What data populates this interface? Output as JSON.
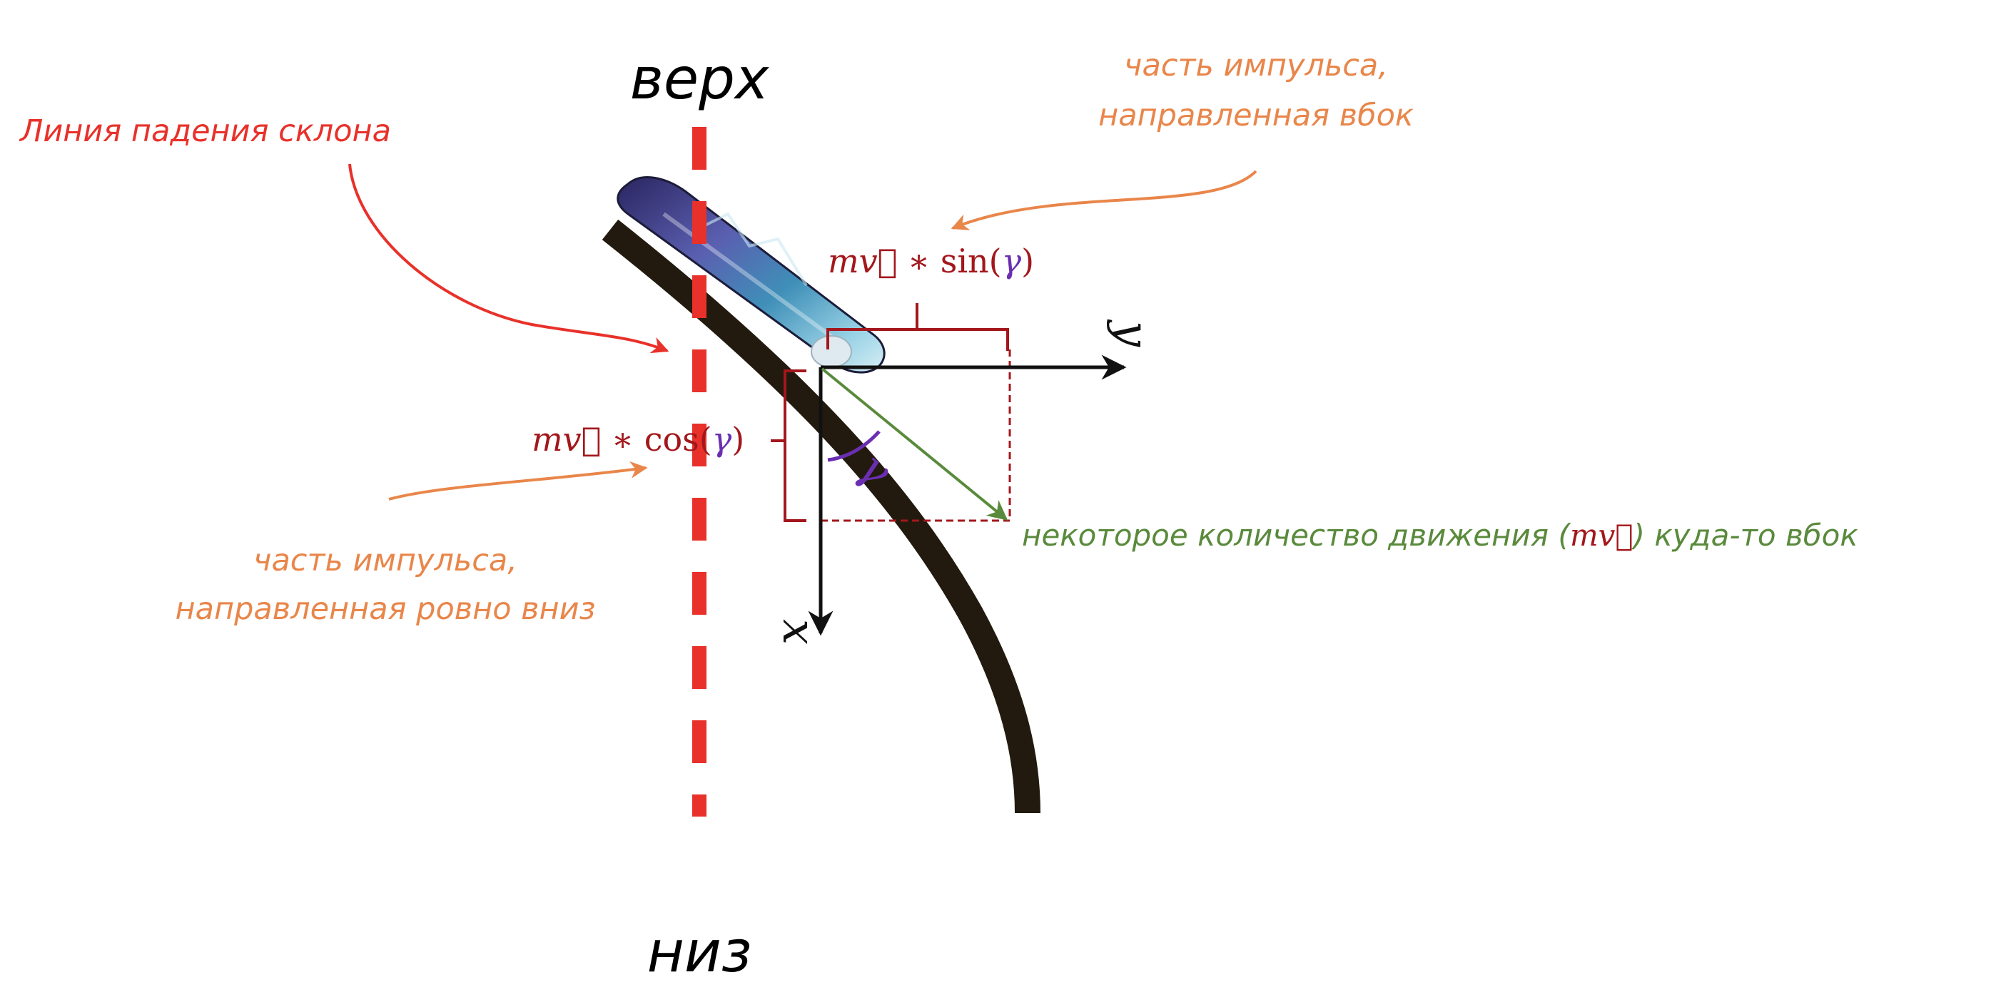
{
  "labels": {
    "top": "верх",
    "bottom": "низ",
    "fall_line": "Линия падения склона",
    "side_part_line1": "часть импульса,",
    "side_part_line2": "направленная вбок",
    "down_part_line1": "часть импульса,",
    "down_part_line2": "направленная ровно вниз",
    "momentum_prefix": "некоторое количество движения (",
    "momentum_mv": "mv⃗",
    "momentum_suffix": ") куда-то вбок"
  },
  "formulas": {
    "sin_m": "mv⃗",
    "sin_op": " ∗ sin(",
    "sin_gamma": "γ",
    "sin_close": ")",
    "cos_m": "mv⃗",
    "cos_op": " ∗ cos(",
    "cos_gamma": "γ",
    "cos_close": ")"
  },
  "axes": {
    "x": "x",
    "y": "y",
    "angle": "γ"
  },
  "colors": {
    "fall_line": "#e8312a",
    "orange": "#e9864a",
    "dark_red": "#a3171c",
    "green": "#5a8a3c",
    "purple": "#6a2fb0",
    "slope": "#221a0e",
    "axes": "#111111"
  }
}
